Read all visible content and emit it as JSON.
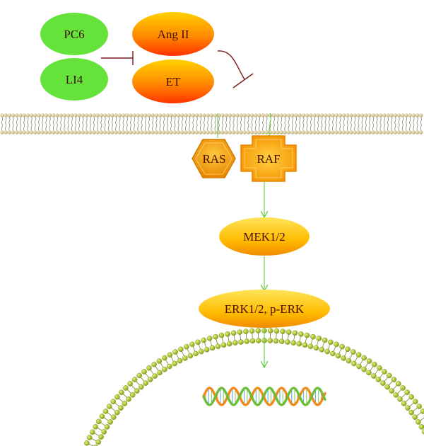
{
  "nodes": {
    "pc6": "PC6",
    "li4": "LI4",
    "ang2": "Ang II",
    "et": "ET",
    "ras": "RAS",
    "raf": "RAF",
    "mek": "MEK1/2",
    "erk": "ERK1/2, p-ERK"
  },
  "colors": {
    "green_node": "#66e33a",
    "orange_node_top": "#ffd000",
    "orange_node_bottom": "#ff3300",
    "label_text": "#7a1500",
    "arrow": "#66cc44",
    "inhibition": "#7a1a1a",
    "membrane_head": "#d9cfa2",
    "nuclear_head": "#a7c92c"
  },
  "icons": {
    "membrane": "lipid-bilayer",
    "nucleus": "nuclear-membrane-arc",
    "dna": "dna-double-helix"
  }
}
